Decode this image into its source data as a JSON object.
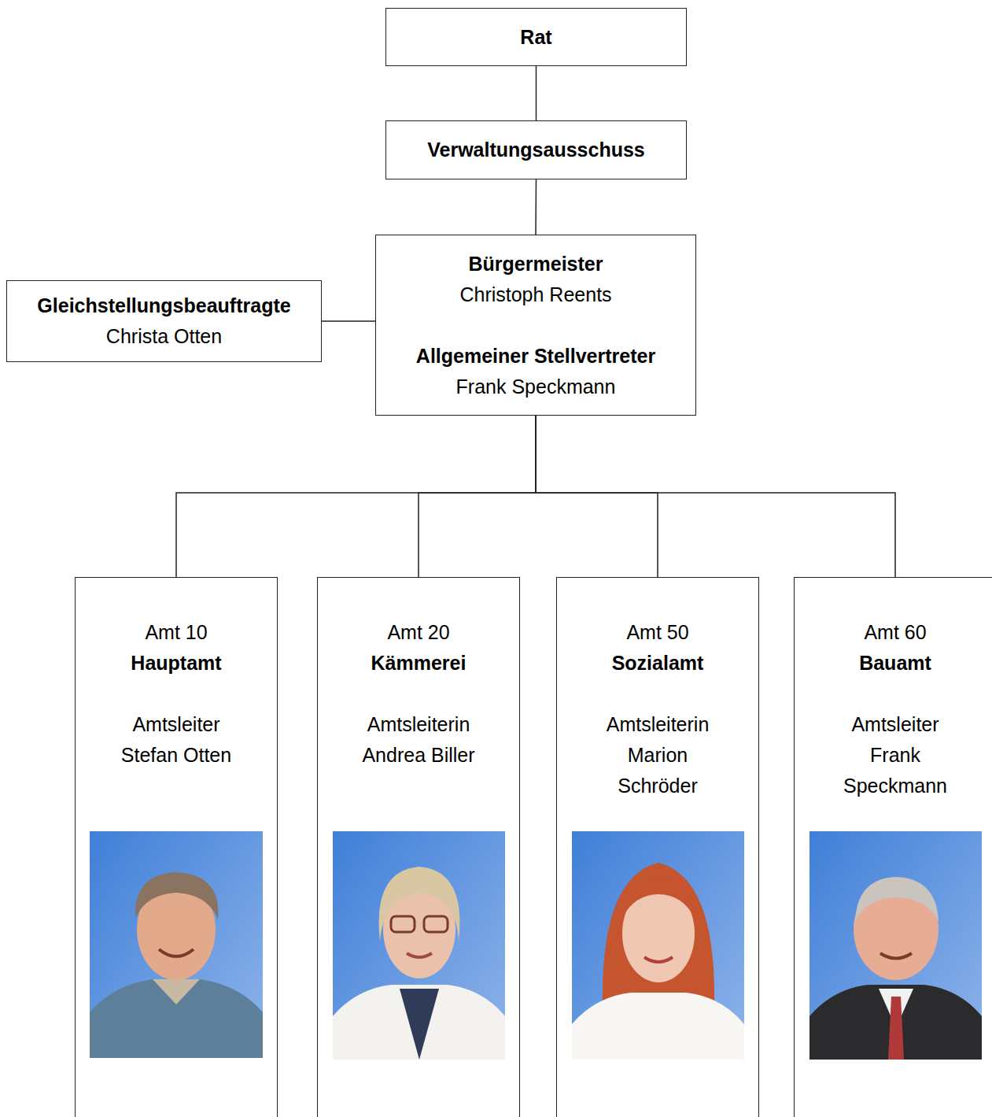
{
  "diagram": {
    "nodes": [
      {
        "text": [
          "Rat"
        ]
      },
      {
        "text": [
          "Verwaltungsausschuss"
        ]
      },
      {
        "text": [
          "Bürgermeister",
          "Christoph Reents",
          "Allgemeiner Stellvertreter",
          "Frank Speckmann"
        ]
      },
      {
        "text": [
          "Gleichstellungsbeauftragte",
          "Christa Otten"
        ]
      },
      {
        "text": [
          "Amt 10",
          "Hauptamt",
          "Amtsleiter",
          "Stefan Otten"
        ]
      },
      {
        "text": [
          "Amt 20",
          "Kämmerei",
          "Amtsleiterin",
          "Andrea Biller"
        ]
      },
      {
        "text": [
          "Amt 50",
          "Sozialamt",
          "Amtsleiterin",
          "Marion Schröder"
        ]
      },
      {
        "text": [
          "Amt 60",
          "Bauamt",
          "Amtsleiter",
          "Frank Speckmann"
        ]
      }
    ],
    "edges": [
      {
        "from": 0,
        "to": 1,
        "arrow": "none"
      },
      {
        "from": 1,
        "to": 2,
        "arrow": "none"
      },
      {
        "from": 2,
        "to": 3,
        "arrow": "none"
      },
      {
        "from": 2,
        "to": 4,
        "arrow": "none"
      },
      {
        "from": 2,
        "to": 5,
        "arrow": "none"
      },
      {
        "from": 2,
        "to": 6,
        "arrow": "none"
      },
      {
        "from": 2,
        "to": 7,
        "arrow": "none"
      }
    ]
  }
}
